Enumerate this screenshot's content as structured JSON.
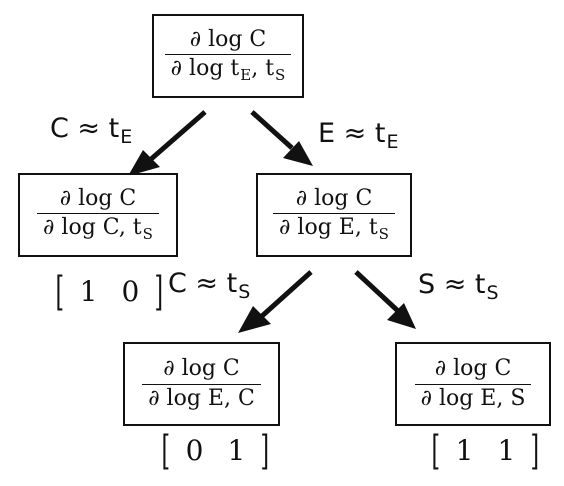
{
  "nodes": {
    "root": {
      "num": "∂ log C",
      "den_main": "∂ log t",
      "den_sub": "E",
      "den_sep": ", t",
      "den_sub2": "S"
    },
    "left": {
      "num": "∂ log C",
      "den_main": "∂ log C, t",
      "den_sub": "S"
    },
    "mid": {
      "num": "∂ log C",
      "den_main": "∂ log E, t",
      "den_sub": "S"
    },
    "ll": {
      "num": "∂ log C",
      "den_main": "∂ log E, C"
    },
    "lr": {
      "num": "∂ log C",
      "den_main": "∂ log E, S"
    }
  },
  "edges": {
    "root_left": {
      "lhs": "C ≈ t",
      "sub": "E"
    },
    "root_mid": {
      "lhs": "E ≈ t",
      "sub": "E"
    },
    "mid_ll": {
      "lhs": "C ≈ t",
      "sub": "S"
    },
    "mid_lr": {
      "lhs": "S ≈ t",
      "sub": "S"
    }
  },
  "vectors": {
    "left": [
      "1",
      "0"
    ],
    "ll": [
      "0",
      "1"
    ],
    "lr": [
      "1",
      "1"
    ]
  }
}
